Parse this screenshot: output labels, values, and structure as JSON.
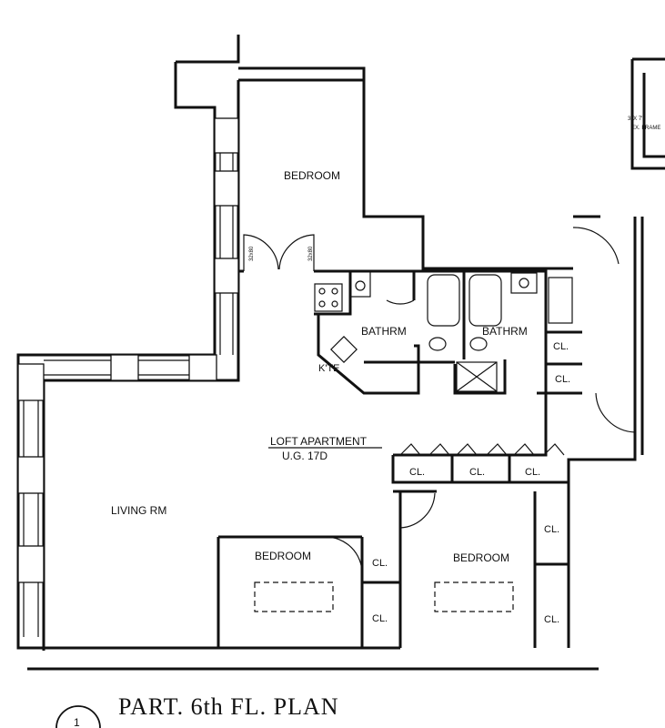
{
  "plan": {
    "title": "PART. 6th FL. PLAN",
    "number": "1",
    "unit_name": "LOFT APARTMENT",
    "unit_code": "U.G. 17D"
  },
  "rooms": {
    "bedroom_top": "BEDROOM",
    "living": "LIVING RM",
    "bedroom_left": "BEDROOM",
    "bedroom_right": "BEDROOM",
    "bath1": "BATHRM",
    "bath2": "BATHRM",
    "kitchen": "K'TE"
  },
  "closets": {
    "label": "CL."
  },
  "doors": {
    "size_label": "32x80"
  },
  "notes": {
    "door_size": "3' X 7'",
    "door_note": "EX. FRAME"
  }
}
